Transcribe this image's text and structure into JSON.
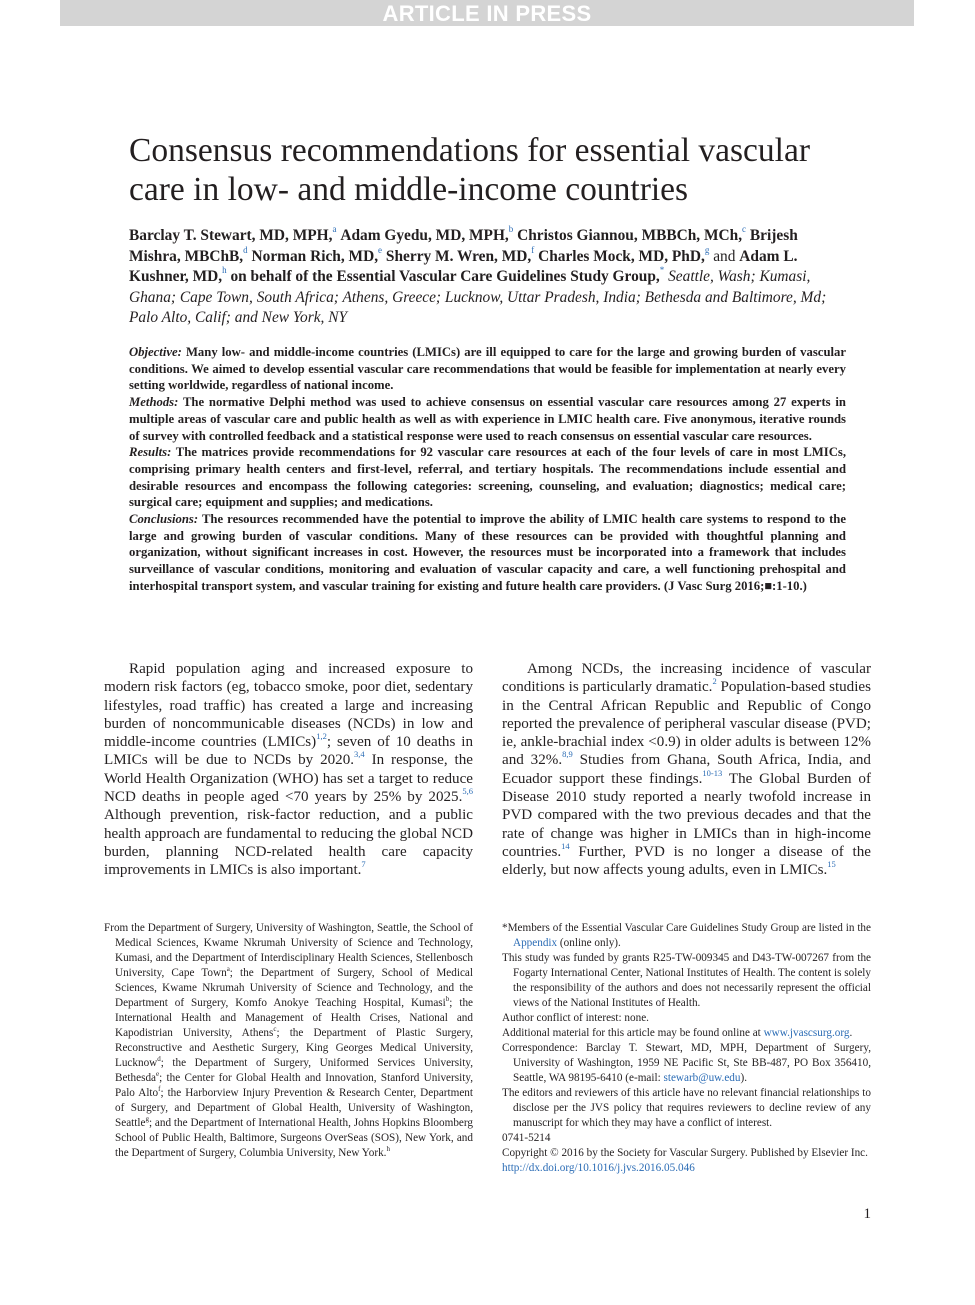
{
  "banner": "ARTICLE IN PRESS",
  "title": "Consensus recommendations for essential vascular care in low- and middle-income countries",
  "authors": [
    {
      "name": "Barclay T. Stewart, MD, MPH,",
      "sup": "a"
    },
    {
      "name": "Adam Gyedu, MD, MPH,",
      "sup": "b"
    },
    {
      "name": "Christos Giannou, MBBCh, MCh,",
      "sup": "c"
    },
    {
      "name": "Brijesh Mishra, MBChB,",
      "sup": "d"
    },
    {
      "name": "Norman Rich, MD,",
      "sup": "e"
    },
    {
      "name": "Sherry M. Wren, MD,",
      "sup": "f"
    },
    {
      "name": "Charles Mock, MD, PhD,",
      "sup": "g"
    },
    {
      "name": "Adam L. Kushner, MD,",
      "sup": "h"
    }
  ],
  "authors_and": "and",
  "group": "on behalf of the Essential Vascular Care Guidelines Study Group,",
  "group_sup": "*",
  "locations": "Seattle, Wash; Kumasi, Ghana; Cape Town, South Africa; Athens, Greece; Lucknow, Uttar Pradesh, India; Bethesda and Baltimore, Md; Palo Alto, Calif; and New York, NY",
  "abstract": {
    "objective_label": "Objective:",
    "objective": "Many low- and middle-income countries (LMICs) are ill equipped to care for the large and growing burden of vascular conditions. We aimed to develop essential vascular care recommendations that would be feasible for implementation at nearly every setting worldwide, regardless of national income.",
    "methods_label": "Methods:",
    "methods": "The normative Delphi method was used to achieve consensus on essential vascular care resources among 27 experts in multiple areas of vascular care and public health as well as with experience in LMIC health care. Five anonymous, iterative rounds of survey with controlled feedback and a statistical response were used to reach consensus on essential vascular care resources.",
    "results_label": "Results:",
    "results": "The matrices provide recommendations for 92 vascular care resources at each of the four levels of care in most LMICs, comprising primary health centers and first-level, referral, and tertiary hospitals. The recommendations include essential and desirable resources and encompass the following categories: screening, counseling, and evaluation; diagnostics; medical care; surgical care; equipment and supplies; and medications.",
    "conclusions_label": "Conclusions:",
    "conclusions": "The resources recommended have the potential to improve the ability of LMIC health care systems to respond to the large and growing burden of vascular conditions. Many of these resources can be provided with thoughtful planning and organization, without significant increases in cost. However, the resources must be incorporated into a framework that includes surveillance of vascular conditions, monitoring and evaluation of vascular capacity and care, a well functioning prehospital and interhospital transport system, and vascular training for existing and future health care providers. (J Vasc Surg 2016;■:1-10.)"
  },
  "body_left": {
    "t1": "Rapid population aging and increased exposure to modern risk factors (eg, tobacco smoke, poor diet, sedentary lifestyles, road traffic) has created a large and increasing burden of noncommunicable diseases (NCDs) in low and middle-income countries (LMICs)",
    "r1": "1,2",
    "t2": "; seven of 10 deaths in LMICs will be due to NCDs by 2020.",
    "r2": "3,4",
    "t3": " In response, the World Health Organization (WHO) has set a target to reduce NCD deaths in people aged <70 years by 25% by 2025.",
    "r3": "5,6",
    "t4": " Although prevention, risk-factor reduction, and a public health approach are fundamental to reducing the global NCD burden, planning NCD-related health care capacity improvements in LMICs is also important.",
    "r4": "7"
  },
  "body_right": {
    "t1": "Among NCDs, the increasing incidence of vascular conditions is particularly dramatic.",
    "r1": "2",
    "t2": " Population-based studies in the Central African Republic and Republic of Congo reported the prevalence of peripheral vascular disease (PVD; ie, ankle-brachial index <0.9) in older adults is between 12% and 32%.",
    "r2": "8,9",
    "t3": " Studies from Ghana, South Africa, India, and Ecuador support these findings.",
    "r3": "10-13",
    "t4": " The Global Burden of Disease 2010 study reported a nearly twofold increase in PVD compared with the two previous decades and that the rate of change was higher in LMICs than in high-income countries.",
    "r4": "14",
    "t5": " Further, PVD is no longer a disease of the elderly, but now affects young adults, even in LMICs.",
    "r5": "15"
  },
  "affiliations": {
    "p1": "From the Department of Surgery, University of Washington, Seattle, the School of Medical Sciences, Kwame Nkrumah University of Science and Technology, Kumasi, and the Department of Interdisciplinary Health Sciences, Stellenbosch University, Cape Town",
    "s1": "a",
    "p2": "; the Department of Surgery, School of Medical Sciences, Kwame Nkrumah University of Science and Technology, and the Department of Surgery, Komfo Anokye Teaching Hospital, Kumasi",
    "s2": "b",
    "p3": "; the International Health and Management of Health Crises, National and Kapodistrian University, Athens",
    "s3": "c",
    "p4": "; the Department of Plastic Surgery, Reconstructive and Aesthetic Surgery, King Georges Medical University, Lucknow",
    "s4": "d",
    "p5": "; the Department of Surgery, Uniformed Services University, Bethesda",
    "s5": "e",
    "p6": "; the Center for Global Health and Innovation, Stanford University, Palo Alto",
    "s6": "f",
    "p7": "; the Harborview Injury Prevention & Research Center, Department of Surgery, and Department of Global Health, University of Washington, Seattle",
    "s7": "g",
    "p8": "; and the Department of International Health, Johns Hopkins Bloomberg School of Public Health, Baltimore, Surgeons OverSeas (SOS), New York, and the Department of Surgery, Columbia University, New York.",
    "s8": "h"
  },
  "notes": {
    "members_a": "*Members of the Essential Vascular Care Guidelines Study Group are listed in the ",
    "members_link": "Appendix",
    "members_b": " (online only).",
    "funding": "This study was funded by grants R25-TW-009345 and D43-TW-007267 from the Fogarty International Center, National Institutes of Health. The content is solely the responsibility of the authors and does not necessarily represent the official views of the National Institutes of Health.",
    "conflict": "Author conflict of interest: none.",
    "additional_a": "Additional material for this article may be found online at ",
    "additional_link": "www.jvascsurg.org",
    "additional_b": ".",
    "corr_a": "Correspondence: Barclay T. Stewart, MD, MPH, Department of Surgery, University of Washington, 1959 NE Pacific St, Ste BB-487, PO Box 356410, Seattle, WA 98195-6410 (e-mail: ",
    "corr_email": "stewarb@uw.edu",
    "corr_b": ").",
    "editors": "The editors and reviewers of this article have no relevant financial relationships to disclose per the JVS policy that requires reviewers to decline review of any manuscript for which they may have a conflict of interest.",
    "issn": "0741-5214",
    "copyright": "Copyright © 2016 by the Society for Vascular Surgery. Published by Elsevier Inc.",
    "doi": "http://dx.doi.org/10.1016/j.jvs.2016.05.046"
  },
  "page_number": "1"
}
